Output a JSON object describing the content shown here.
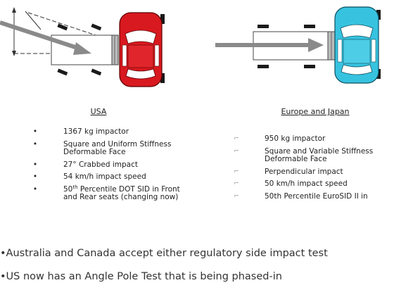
{
  "usa": {
    "heading": "USA",
    "items": [
      {
        "bullet": "•",
        "text": "1367 kg impactor"
      },
      {
        "bullet": "•",
        "text": "Square and Uniform Stiffness Deformable Face"
      },
      {
        "bullet": "•",
        "text": "27° Crabbed impact"
      },
      {
        "bullet": "•",
        "text": "54 km/h impact speed"
      },
      {
        "bullet": "•",
        "pre": "50",
        "sup": "th",
        "text": " Percentile DOT SID in Front and Rear seats (changing now)"
      }
    ]
  },
  "eu": {
    "heading": "Europe and Japan",
    "items": [
      {
        "bullet": "⌐",
        "text": "950 kg impactor"
      },
      {
        "bullet": "⌐",
        "text": "Square and Variable Stiffness Deformable Face"
      },
      {
        "bullet": "⌐",
        "text": "Perpendicular impact"
      },
      {
        "bullet": "⌐",
        "text": "50 km/h impact speed"
      },
      {
        "bullet": "⌐",
        "text": "50th Percentile EuroSID II in"
      }
    ]
  },
  "notes": [
    "•Australia and Canada accept either regulatory side impact test",
    "•US now has an Angle Pole Test that is being phased-in"
  ],
  "colors": {
    "usa_car": "#d8191f",
    "eu_car": "#37c3e0",
    "arrow": "#8a8a8a",
    "tire": "#1a1a1a"
  }
}
